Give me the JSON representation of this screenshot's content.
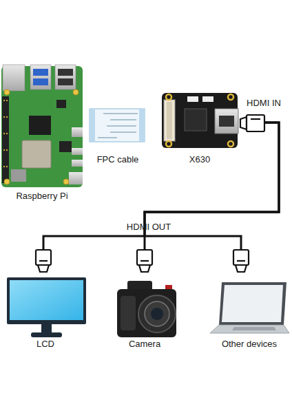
{
  "diagram": {
    "nodes": [
      {
        "text": [
          "Raspberry Pi"
        ]
      },
      {
        "text": [
          "FPC cable"
        ]
      },
      {
        "text": [
          "X630"
        ]
      },
      {
        "text": [
          "LCD"
        ]
      },
      {
        "text": [
          "Camera"
        ]
      },
      {
        "text": [
          "Other devices"
        ]
      }
    ],
    "edges": [
      {
        "from": 2,
        "to": 3,
        "arrow": "none"
      },
      {
        "from": 2,
        "to": 4,
        "arrow": "none"
      },
      {
        "from": 2,
        "to": 5,
        "arrow": "none"
      }
    ],
    "labels": [
      "HDMI IN",
      "HDMI OUT"
    ]
  }
}
